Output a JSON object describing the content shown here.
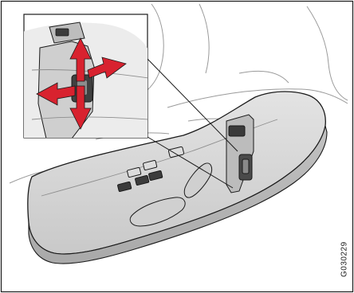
{
  "figure": {
    "code": "G030229"
  },
  "callout": {
    "arrow_directions": [
      "up",
      "down",
      "left",
      "right"
    ]
  },
  "colors": {
    "background": "#ffffff",
    "drawing_fill": "#d6d6d6",
    "drawing_line": "#1a1a1a",
    "arrow_fill": "#d8222f"
  }
}
